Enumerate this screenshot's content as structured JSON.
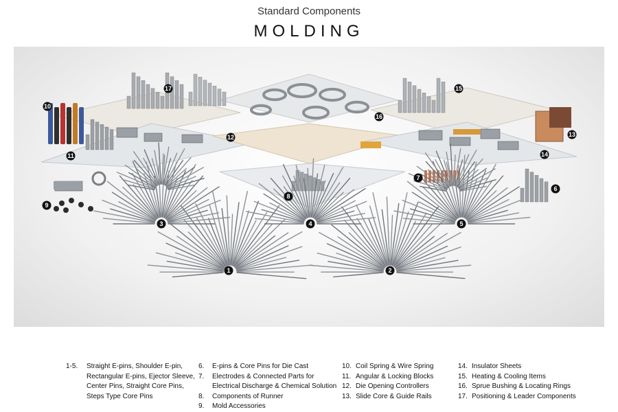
{
  "header": {
    "subtitle": "Standard Components",
    "title": "MOLDING"
  },
  "callouts": [
    "1",
    "2",
    "3",
    "4",
    "5",
    "6",
    "7",
    "8",
    "9",
    "10",
    "11",
    "12",
    "13",
    "14",
    "15",
    "16",
    "17"
  ],
  "legend": {
    "col1": [
      {
        "num": "1-5.",
        "lines": [
          "Straight E-pins, Shoulder E-pin,",
          "Rectangular E-pins, Ejector Sleeve,",
          "Center Pins, Straight Core Pins,",
          "Steps Type Core Pins"
        ]
      }
    ],
    "col2": [
      {
        "num": "6.",
        "lines": [
          "E-pins & Core Pins for Die Cast"
        ]
      },
      {
        "num": "7.",
        "lines": [
          "Electrodes & Connected Parts for",
          "Electrical Discharge & Chemical Solution"
        ]
      },
      {
        "num": "8.",
        "lines": [
          "Components of Runner"
        ]
      },
      {
        "num": "9.",
        "lines": [
          "Mold Accessories"
        ]
      }
    ],
    "col3": [
      {
        "num": "10.",
        "lines": [
          "Coil Spring & Wire Spring"
        ]
      },
      {
        "num": "11.",
        "lines": [
          "Angular & Locking Blocks"
        ]
      },
      {
        "num": "12.",
        "lines": [
          "Die Opening Controllers"
        ]
      },
      {
        "num": "13.",
        "lines": [
          "Slide Core & Guide Rails"
        ]
      }
    ],
    "col4": [
      {
        "num": "14.",
        "lines": [
          "Insulator Sheets"
        ]
      },
      {
        "num": "15.",
        "lines": [
          "Heating & Cooling Items"
        ]
      },
      {
        "num": "16.",
        "lines": [
          "Sprue Bushing & Locating Rings"
        ]
      },
      {
        "num": "17.",
        "lines": [
          "Positioning & Leader Components"
        ]
      }
    ]
  }
}
